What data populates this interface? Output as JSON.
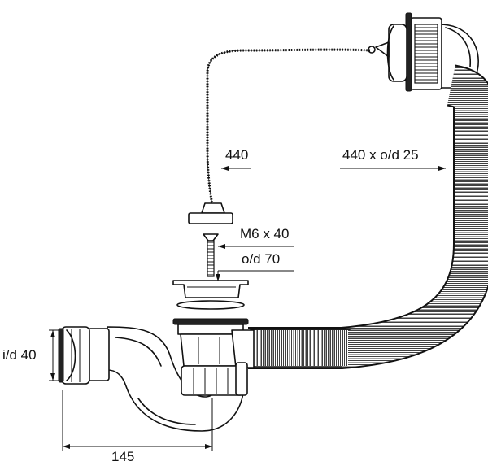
{
  "labels": {
    "chain_length": "440",
    "overflow_hose": "440 x o/d 25",
    "screw": "M6 x 40",
    "plug_diameter": "o/d 70",
    "trap_inlet": "i/d 40",
    "trap_width": "145"
  }
}
